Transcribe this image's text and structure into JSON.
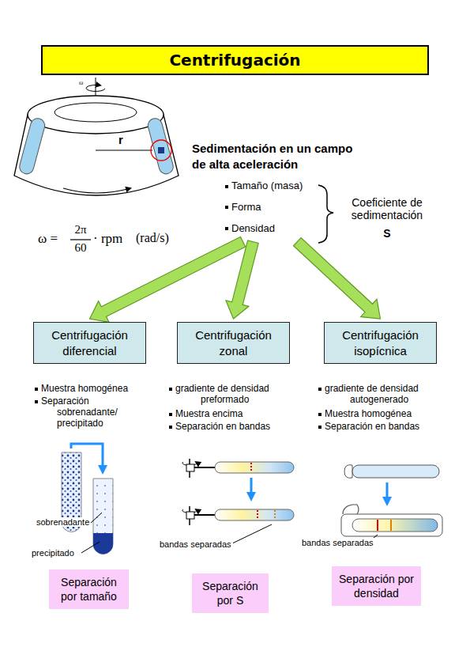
{
  "diagram": {
    "title": "Centrifugación",
    "nodes": [
      {
        "text": [
          "Sedimentación en un campo de alta aceleración"
        ]
      },
      {
        "text": [
          "Centrifugación diferencial"
        ]
      },
      {
        "text": [
          "Centrifugación zonal"
        ]
      },
      {
        "text": [
          "Centrifugación isopícnica"
        ]
      },
      {
        "text": [
          "Separación por tamaño"
        ]
      },
      {
        "text": [
          "Separación por S"
        ]
      },
      {
        "text": [
          "Separación por densidad"
        ]
      }
    ],
    "edges": [
      {
        "from": 0,
        "to": 1,
        "arrow": "to"
      },
      {
        "from": 0,
        "to": 2,
        "arrow": "to"
      },
      {
        "from": 0,
        "to": 3,
        "arrow": "to"
      }
    ],
    "labels": [
      "ω",
      "r",
      "ω =",
      "2π",
      "60",
      "· rpm",
      "(rad/s)",
      "Tamaño (masa)",
      "Forma",
      "Densidad",
      "Coeficiente de sedimentación",
      "S",
      "Muestra homogénea",
      "Separación sobrenadante/ precipitado",
      "gradiente de densidad preformado",
      "Muestra encima",
      "Separación en bandas",
      "gradiente de densidad autogenerado",
      "Muestra homogénea",
      "Separación en bandas",
      "sobrenadante",
      "precipitado",
      "bandas separadas",
      "bandas separadas"
    ]
  }
}
